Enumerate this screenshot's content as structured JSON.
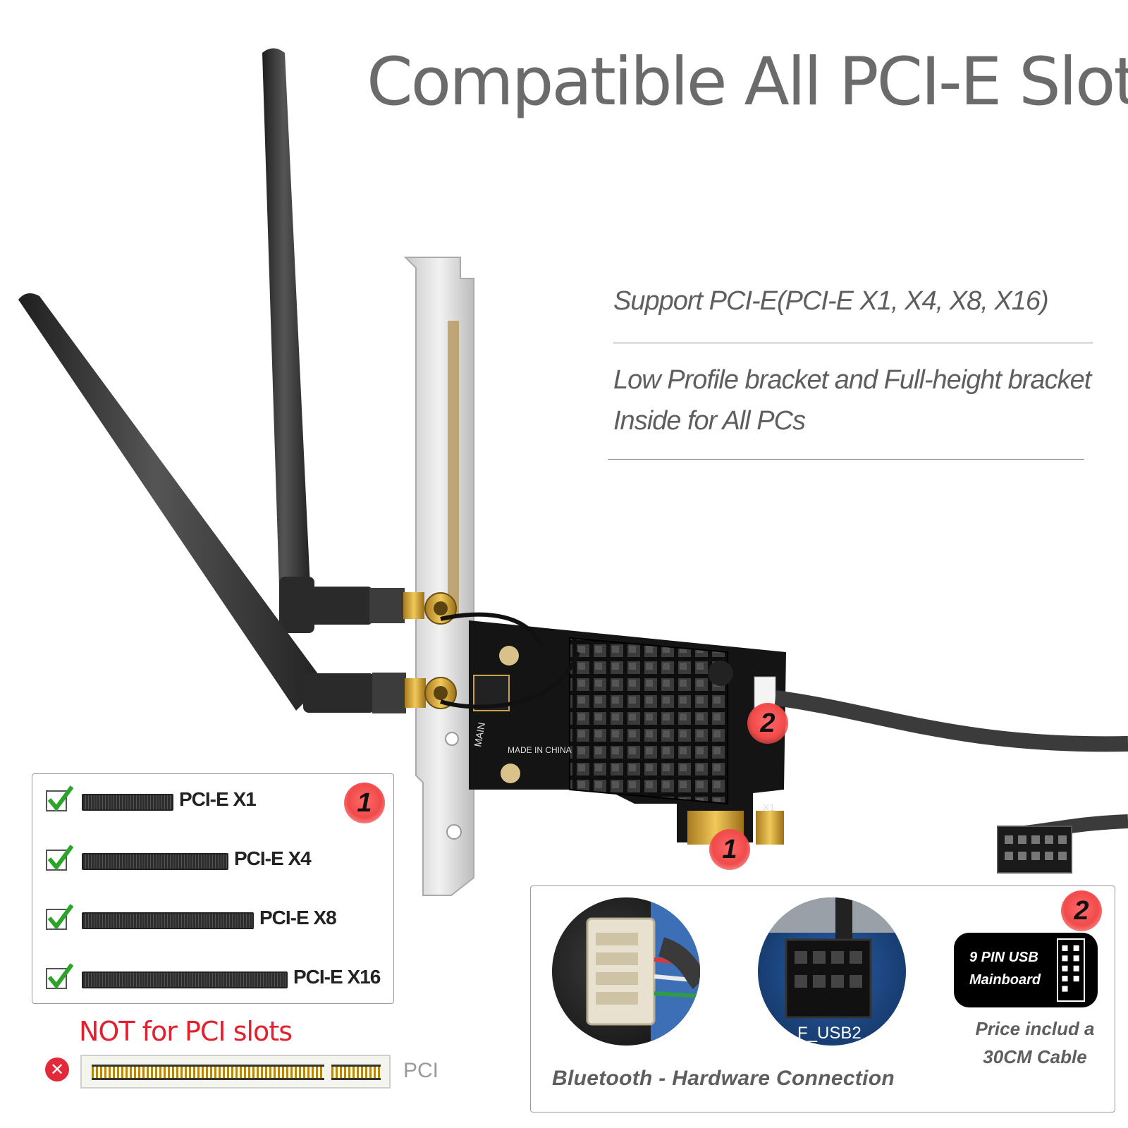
{
  "headline": "Compatible All PCI-E Slots",
  "features": [
    "Support PCI-E(PCI-E X1, X4, X8, X16)",
    "Low Profile bracket and Full-height bracket Inside for All PCs"
  ],
  "slots": {
    "badge": "1",
    "items": [
      {
        "label": "PCI-E X1",
        "supported": true
      },
      {
        "label": "PCI-E X4",
        "supported": true
      },
      {
        "label": "PCI-E X8",
        "supported": true
      },
      {
        "label": "PCI-E X16",
        "supported": true
      }
    ]
  },
  "not_supported": {
    "text": "NOT for PCI slots",
    "slot_label": "PCI"
  },
  "card": {
    "badge_1": "1",
    "badge_2": "2",
    "board_text_1": "MAIN",
    "board_text_2": "MADE IN CHINA",
    "board_text_3": "X1"
  },
  "bluetooth": {
    "caption": "Bluetooth - Hardware Connection",
    "header_label": "F_USB2",
    "badge": "2",
    "usb_line_1": "9 PIN USB",
    "usb_line_2": "Mainboard",
    "price_line_1": "Price includ a",
    "price_line_2": "30CM Cable"
  },
  "colors": {
    "headline": "#6b6b6b",
    "feature_text": "#5e5e5e",
    "not_supported": "#e3202e",
    "badge": "#f14a4a",
    "check": "#2aa52a"
  }
}
